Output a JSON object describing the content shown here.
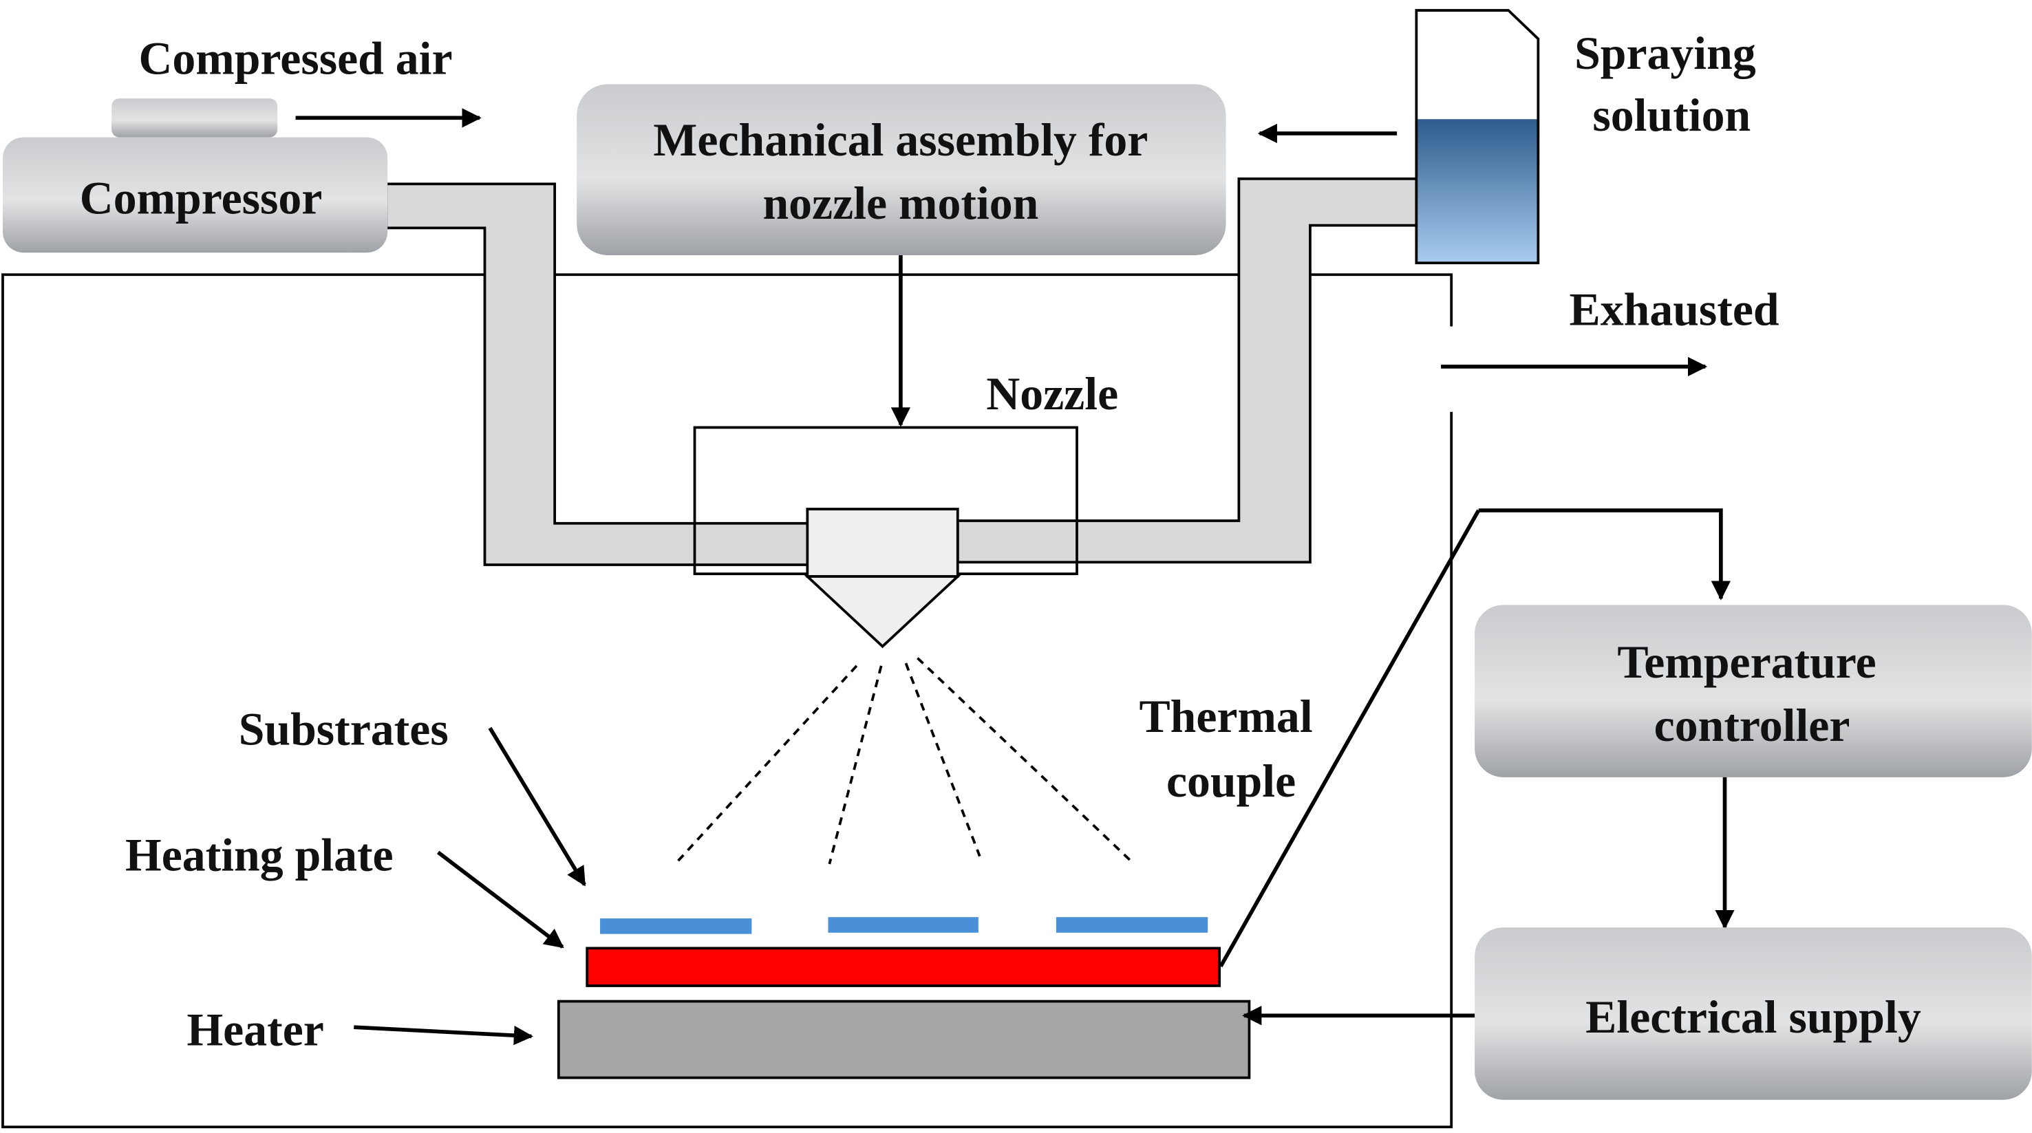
{
  "labels": {
    "compressed_air": "Compressed air",
    "compressor": "Compressor",
    "mechanical_line1": "Mechanical assembly for",
    "mechanical_line2": "nozzle motion",
    "spraying_line1": "Spraying",
    "spraying_line2": "solution",
    "exhausted": "Exhausted",
    "nozzle": "Nozzle",
    "substrates": "Substrates",
    "heating_plate": "Heating plate",
    "heater": "Heater",
    "thermal_line1": "Thermal",
    "thermal_line2": "couple",
    "temperature_line1": "Temperature",
    "temperature_line2": "controller",
    "electrical_supply": "Electrical supply"
  },
  "colors": {
    "heating_plate": "#ff0000",
    "substrate": "#4a90d9",
    "heater": "#a6a6a6",
    "pipe": "#d9d9d9",
    "solution_top": "#2e5b8c",
    "solution_bottom": "#a9cdf0"
  }
}
